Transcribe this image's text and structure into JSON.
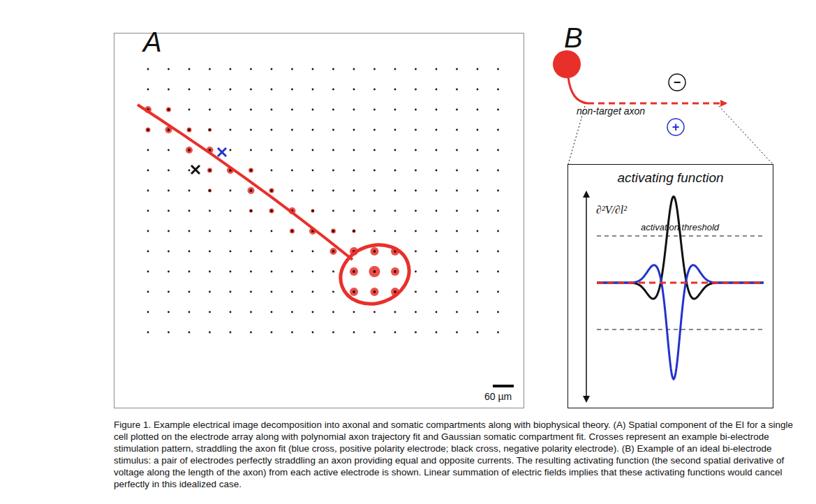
{
  "diagram": {
    "caption": "Figure 1. Example electrical image decomposition into axonal and somatic compartments along with biophysical theory. (A) Spatial component of the EI for a single cell plotted on the electrode array along with polynomial axon trajectory fit and Gaussian somatic compartment fit. Crosses represent an example bi-electrode stimulation pattern, straddling the axon fit (blue cross, positive polarity electrode; black cross, negative polarity electrode). (B) Example of an ideal bi-electrode stimulus: a pair of electrodes perfectly straddling an axon providing equal and opposite currents. The resulting activating function (the second spatial derivative of voltage along the length of the axon) from each active electrode is shown. Linear summation of electric fields implies that these activating functions would cancel perfectly in this idealized case.",
    "nodes": [
      {
        "text": [
          "60 µm"
        ]
      },
      {
        "text": [
          "activating function",
          "∂²V/∂l²",
          "activation threshold"
        ]
      }
    ],
    "labels": [
      "A",
      "B",
      "non-target axon",
      "−",
      "+"
    ]
  }
}
